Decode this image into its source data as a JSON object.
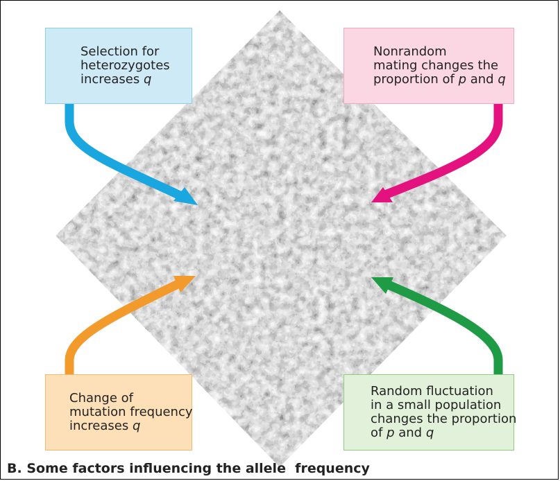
{
  "diagram": {
    "photo_description_icon": "crowd-photo",
    "colors": {
      "top_left_arrow": "#1aa7e0",
      "top_right_arrow": "#e4127e",
      "bottom_left_arrow": "#f39a2c",
      "bottom_right_arrow": "#1f9b45"
    },
    "boxes": {
      "top_left": {
        "line1": "Selection for",
        "line2": "heterozygotes",
        "line3_prefix": "increases ",
        "line3_var": "q"
      },
      "top_right": {
        "line1": "Nonrandom",
        "line2": "mating changes the",
        "line3_prefix": "proportion of ",
        "line3_var1": "p",
        "line3_mid": " and ",
        "line3_var2": "q"
      },
      "bottom_left": {
        "line1": "Change of",
        "line2": "mutation frequency",
        "line3_prefix": "increases ",
        "line3_var": "q"
      },
      "bottom_right": {
        "line1": "Random fluctuation",
        "line2": "in a small population",
        "line3": "changes the proportion",
        "line4_prefix": "of ",
        "line4_var1": "p",
        "line4_mid": " and ",
        "line4_var2": "q"
      }
    },
    "caption": "B. Some factors influencing the allele  frequency"
  }
}
